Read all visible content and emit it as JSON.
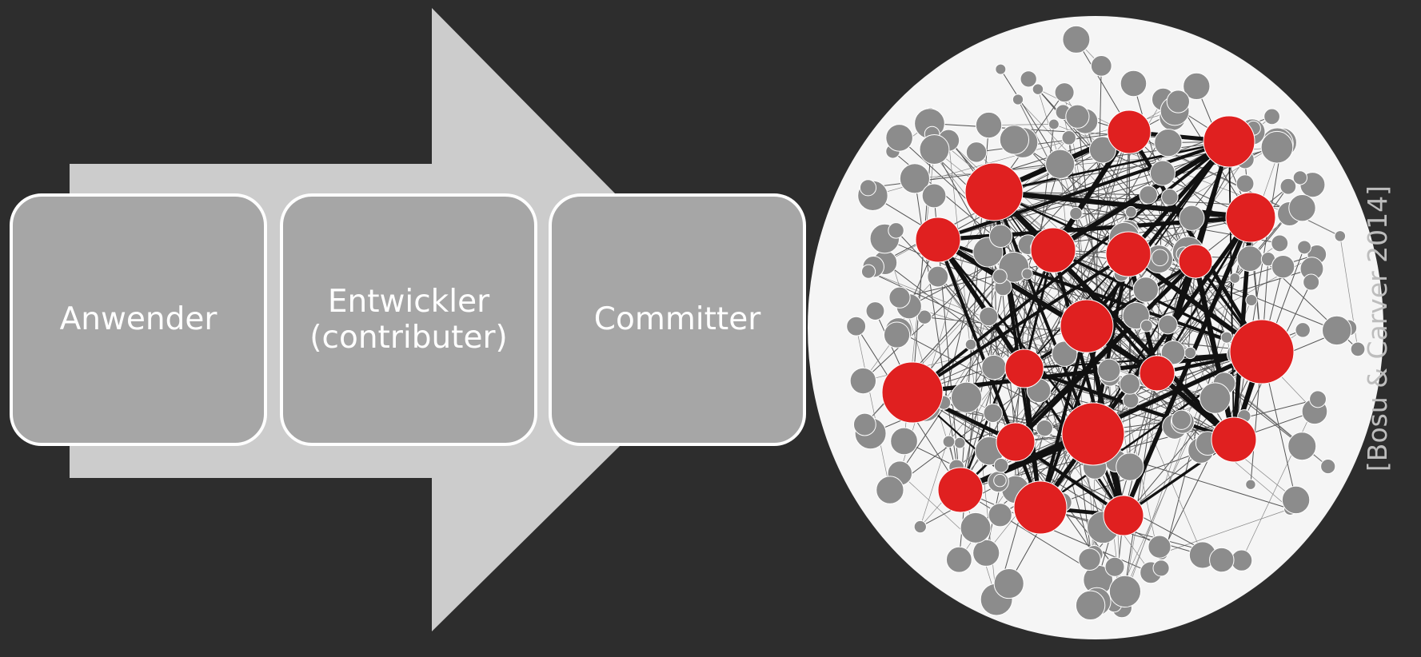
{
  "stages": [
    {
      "label": "Anwender"
    },
    {
      "label": "Entwickler\n(contributer)"
    },
    {
      "label": "Committer"
    }
  ],
  "citation": "[Bosu & Carver 2014]",
  "colors": {
    "background": "#2d2d2d",
    "arrow": "#cccccc",
    "stage_box": "#a6a6a6",
    "stage_border": "#ffffff",
    "core_node": "#e02020",
    "peripheral_node": "#8c8c8c",
    "network_background": "#f5f5f5"
  },
  "icons": {
    "arrow": "right-arrow-shape",
    "network": "developer-network-graph"
  }
}
